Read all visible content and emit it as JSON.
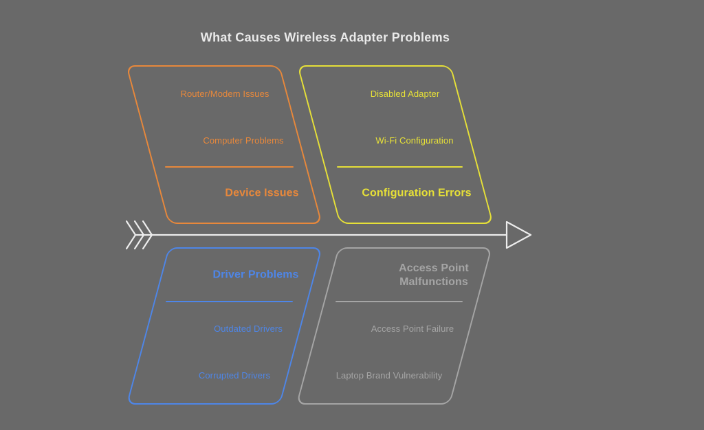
{
  "title": "What Causes Wireless Adapter Problems",
  "colors": {
    "background": "#696969",
    "title_text": "#EAEAEA",
    "arrow": "#EDEDED",
    "orange": "#E8883B",
    "yellow": "#E6E038",
    "blue": "#4E86E8",
    "gray": "#A5A5A5"
  },
  "spine": {
    "direction": "left-to-right",
    "fletching_count": 3
  },
  "categories": [
    {
      "name": "Device Issues",
      "position": "top-left",
      "color": "#E8883B",
      "items": [
        "Router/Modem Issues",
        "Computer Problems"
      ]
    },
    {
      "name": "Configuration Errors",
      "position": "top-right",
      "color": "#E6E038",
      "items": [
        "Disabled Adapter",
        "Wi-Fi Configuration"
      ]
    },
    {
      "name": "Driver Problems",
      "position": "bottom-left",
      "color": "#4E86E8",
      "items": [
        "Outdated Drivers",
        "Corrupted Drivers"
      ]
    },
    {
      "name": "Access Point Malfunctions",
      "position": "bottom-right",
      "color": "#A5A5A5",
      "items": [
        "Access Point Failure",
        "Laptop Brand Vulnerability"
      ]
    }
  ]
}
